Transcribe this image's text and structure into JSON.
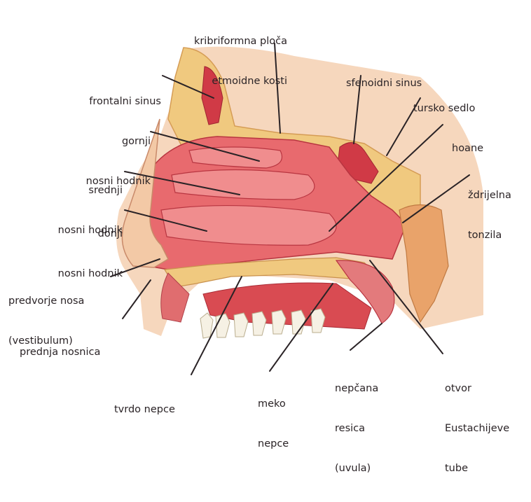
{
  "labels": {
    "cribriform": [
      "kribriformna ploča",
      "etmoidne kosti"
    ],
    "frontal_sinus": [
      "frontalni sinus"
    ],
    "sphenoid_sinus": [
      "sfenoidni sinus"
    ],
    "sella": [
      "tursko sedlo"
    ],
    "upper_meatus": [
      "gornji",
      "nosni hodnik"
    ],
    "choanae": [
      "hoane"
    ],
    "middle_meatus": [
      "srednji",
      "nosni hodnik"
    ],
    "pharyngeal_tonsil": [
      "ždrijelna",
      "tonzila"
    ],
    "lower_meatus": [
      "donji",
      "nosni hodnik"
    ],
    "vestibule": [
      "predvorje nosa",
      "(vestibulum)"
    ],
    "nostril": [
      "prednja nosnica"
    ],
    "hard_palate": [
      "tvrdo nepce"
    ],
    "soft_palate": [
      "meko",
      "nepce"
    ],
    "uvula": [
      "nepčana",
      "resica",
      "(uvula)"
    ],
    "eustachian": [
      "otvor",
      "Eustachijeve",
      "tube"
    ]
  },
  "colors": {
    "skin": "#f2c4a2",
    "mucosa": "#e86a6e",
    "mucosa_dark": "#c8363f",
    "bone": "#f3d18a",
    "sinus": "#cf3a45",
    "leader": "#2a2326"
  }
}
